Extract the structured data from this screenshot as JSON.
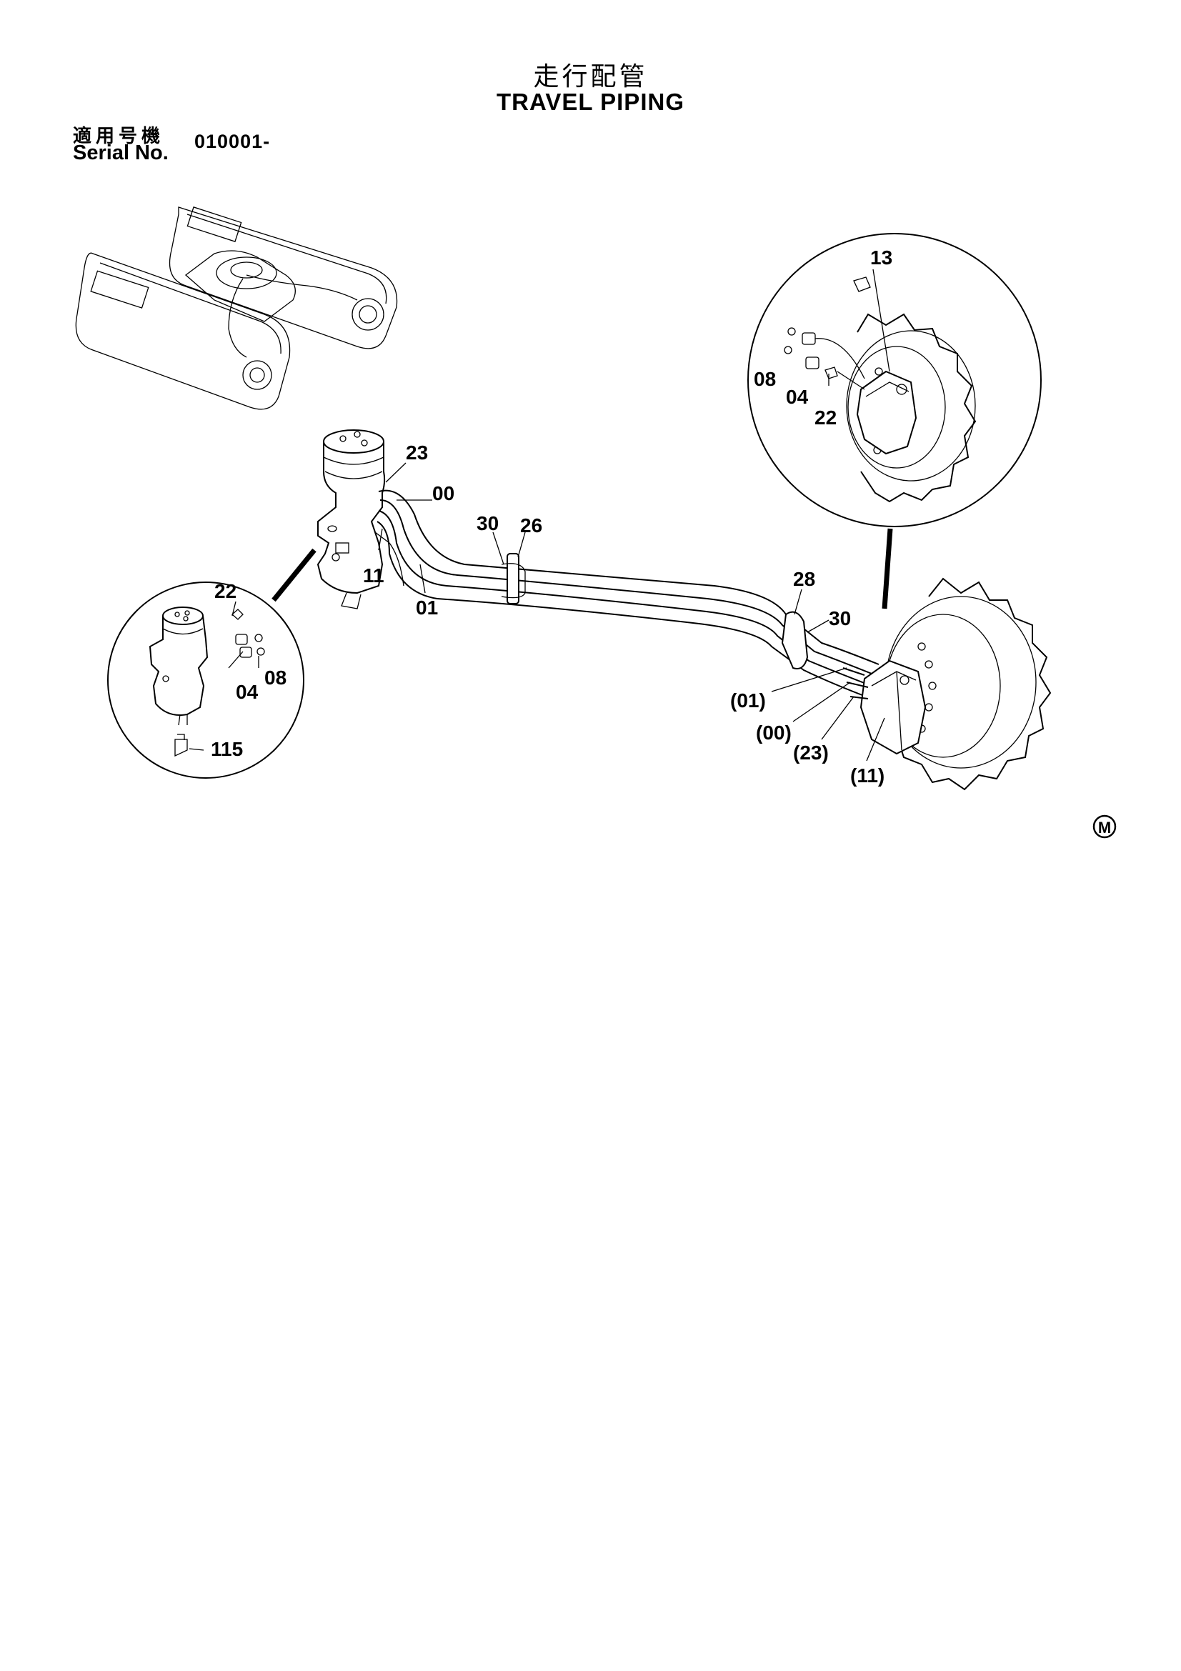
{
  "title_jp": "走行配管",
  "title_en": "TRAVEL PIPING",
  "serial": {
    "label_jp": "適用号機",
    "label_en": "Serial No.",
    "value": "010001-"
  },
  "callouts": {
    "main": [
      "23",
      "00",
      "30",
      "26",
      "11",
      "01",
      "28",
      "30",
      "(01)",
      "(00)",
      "(23)",
      "(11)"
    ],
    "detail_left": [
      "22",
      "04",
      "08",
      "115"
    ],
    "detail_right": [
      "13",
      "08",
      "04",
      "22"
    ]
  },
  "mark": "M"
}
